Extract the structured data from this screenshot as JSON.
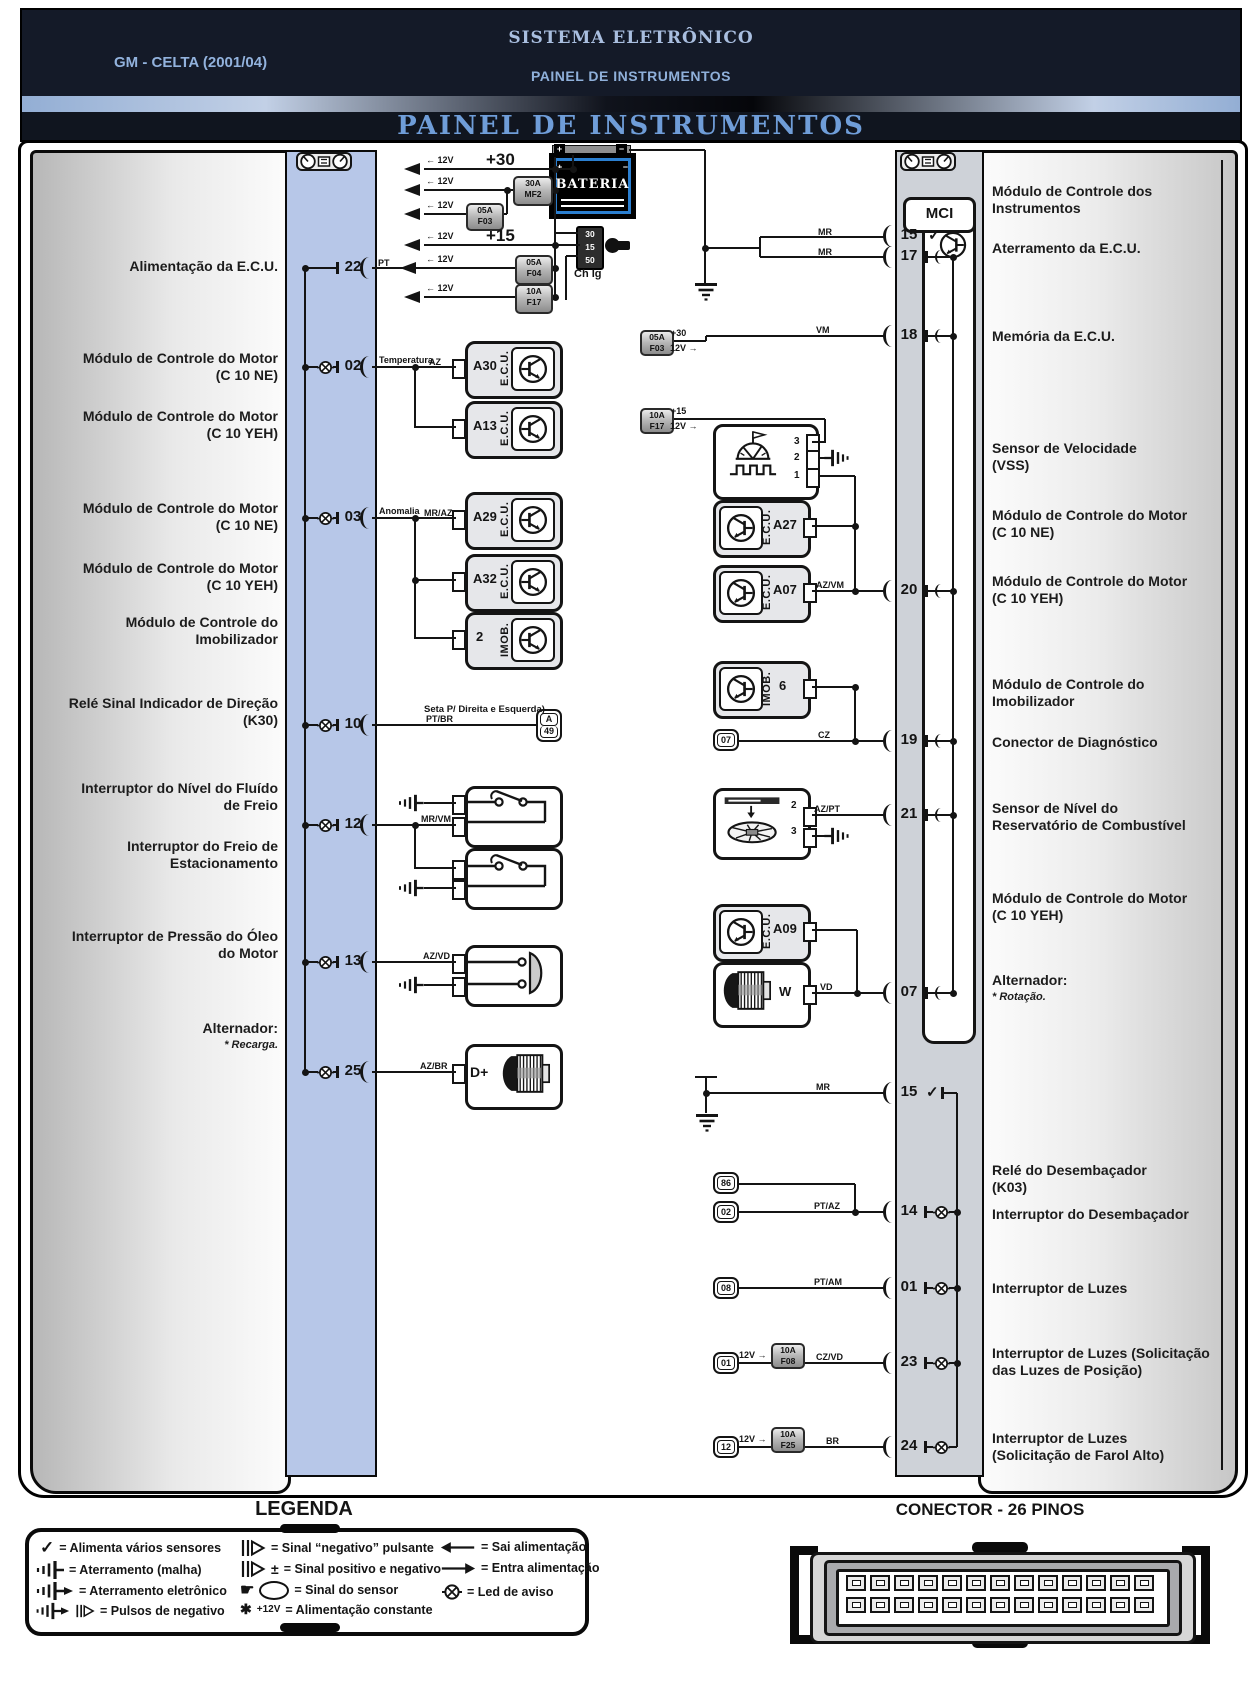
{
  "header": {
    "brand": "GM - CELTA  (2001/04)",
    "system": "SISTEMA ELETRÔNICO",
    "subsystem": "PAINEL DE INSTRUMENTOS",
    "title": "PAINEL DE INSTRUMENTOS"
  },
  "left_labels": [
    "Alimentação da E.C.U.",
    "Módulo de Controle do Motor\n(C 10 NE)",
    "Módulo de Controle do Motor\n(C 10 YEH)",
    "Módulo de Controle do Motor\n(C 10 NE)",
    "Módulo de Controle do Motor\n(C 10 YEH)",
    "Módulo de Controle do\nImobilizador",
    "Relé Sinal Indicador de Direção\n(K30)",
    "Interruptor do Nível do Fluído\nde Freio",
    "Interruptor do Freio de\nEstacionamento",
    "Interruptor de Pressão do Óleo\ndo Motor"
  ],
  "right_labels": [
    "Módulo de Controle dos\nInstrumentos",
    "Aterramento da E.C.U.",
    "Memória da E.C.U.",
    "Sensor de Velocidade\n(VSS)",
    "Módulo de Controle do Motor\n(C 10 NE)",
    "Módulo de Controle do Motor\n(C 10 YEH)",
    "Módulo de Controle do\nImobilizador",
    "Conector de Diagnóstico",
    "Sensor de Nível do\nReservatório de Combustível",
    "Módulo de Controle do Motor\n(C 10 YEH)",
    "Relé do Desembaçador\n(K03)",
    "Interruptor do Desembaçador",
    "Interruptor de Luzes",
    "Interruptor de Luzes (Solicitação\ndas Luzes de Posição)",
    "Interruptor de Luzes\n(Solicitação de Farol Alto)"
  ],
  "extras": {
    "alt_left": {
      "t": "Alternador:",
      "n": "* Recarga."
    },
    "alt_right": {
      "t": "Alternador:",
      "n": "* Rotação."
    }
  },
  "pins": {
    "left": [
      "22",
      "02",
      "03",
      "10",
      "12",
      "13",
      "25"
    ],
    "right_top": [
      "15",
      "17",
      "18",
      "20",
      "19",
      "21",
      "07"
    ],
    "right_bottom": [
      "15",
      "14",
      "01",
      "23",
      "24"
    ],
    "check": "✓"
  },
  "power": {
    "bus30": "+30",
    "bus15": "+15",
    "v12_out": "← 12V",
    "v12_in": "12V →",
    "battery": "BATERIA",
    "plus": "+",
    "minus": "−",
    "ignition": {
      "t30": "30",
      "t15": "15",
      "t50": "50",
      "label": "Ch Ig"
    }
  },
  "fuses": {
    "mf2": {
      "amp": "30A",
      "name": "MF2"
    },
    "f03": {
      "amp": "05A",
      "name": "F03"
    },
    "f04": {
      "amp": "05A",
      "name": "F04"
    },
    "f17": {
      "amp": "10A",
      "name": "F17"
    },
    "f08": {
      "amp": "10A",
      "name": "F08"
    },
    "f25": {
      "amp": "10A",
      "name": "F25"
    }
  },
  "modules": {
    "mci": "MCI",
    "ecu": "E.C.U.",
    "imob": "IMOB.",
    "a30": "A30",
    "a13": "A13",
    "a29": "A29",
    "a32": "A32",
    "imob2": "2",
    "a27": "A27",
    "a07": "A07",
    "imob6": "6",
    "a09": "A09",
    "w": "W",
    "dplus": "D+",
    "a49a": "A",
    "a49b": "49",
    "diag": "07",
    "r86": "86",
    "r02": "02",
    "r08": "08",
    "r01": "01",
    "r12": "12",
    "vss1": "1",
    "vss2": "2",
    "vss3": "3",
    "fuel2": "2",
    "fuel3": "3"
  },
  "wire_labels": {
    "pt": "PT",
    "temperatura": "Temperatura",
    "az": "AZ",
    "anomalia": "Anomalia",
    "mraz": "MR/AZ",
    "seta": "Seta P/ Direita e Esquerda)",
    "ptbr": "PT/BR",
    "mrvm": "MR/VM",
    "azvd": "AZ/VD",
    "azbr": "AZ/BR",
    "mr": "MR",
    "vm": "VM",
    "azvm": "AZ/VM",
    "cz": "CZ",
    "azpt": "AZ/PT",
    "vd": "VD",
    "ptaz": "PT/AZ",
    "ptam": "PT/AM",
    "czvd": "CZ/VD",
    "br": "BR"
  },
  "legend": {
    "title": "LEGENDA",
    "sym": {
      "check": "✓",
      "hand": "☛",
      "star": "✱",
      "plusminus": "±",
      "star_label": "+12V"
    },
    "items": {
      "c1": [
        "= Alimenta vários sensores",
        "= Aterramento (malha)",
        "= Aterramento eletrônico",
        "= Pulsos de negativo"
      ],
      "c2": [
        "= Sinal “negativo” pulsante",
        "= Sinal positivo e negativo",
        "= Sinal do sensor",
        "= Alimentação constante"
      ],
      "c3": [
        "= Sai alimentação",
        "= Entra alimentação",
        "= Led de aviso"
      ]
    }
  },
  "connector": {
    "title": "CONECTOR - 26 PINOS",
    "rows": 2,
    "pins_per_row": 13
  }
}
